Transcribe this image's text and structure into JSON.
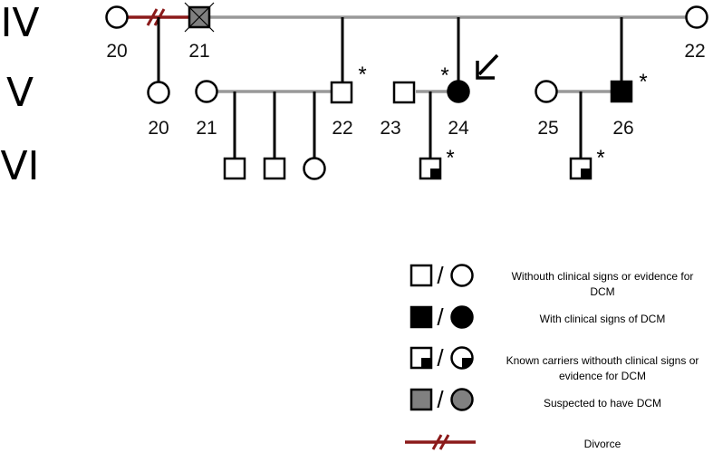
{
  "generations": [
    "IV",
    "V",
    "VI"
  ],
  "individuals": {
    "iv20": {
      "label": "20",
      "sex": "female",
      "status": "unaffected"
    },
    "iv21": {
      "label": "21",
      "sex": "male",
      "status": "suspected",
      "deceased": true
    },
    "iv22": {
      "label": "22",
      "sex": "female",
      "status": "unaffected"
    },
    "v20": {
      "label": "20",
      "sex": "female",
      "status": "unaffected"
    },
    "v21": {
      "label": "21",
      "sex": "female",
      "status": "unaffected"
    },
    "v22": {
      "label": "22",
      "sex": "male",
      "status": "unaffected",
      "mark": "*"
    },
    "v23": {
      "label": "23",
      "sex": "male",
      "status": "unaffected"
    },
    "v24": {
      "label": "24",
      "sex": "female",
      "status": "affected",
      "mark": "*",
      "proband": true
    },
    "v25": {
      "label": "25",
      "sex": "female",
      "status": "unaffected"
    },
    "v26": {
      "label": "26",
      "sex": "male",
      "status": "affected",
      "mark": "*"
    },
    "vi1": {
      "sex": "male",
      "status": "unaffected"
    },
    "vi2": {
      "sex": "male",
      "status": "unaffected"
    },
    "vi3": {
      "sex": "female",
      "status": "unaffected"
    },
    "vi4": {
      "sex": "male",
      "status": "carrier",
      "mark": "*"
    },
    "vi5": {
      "sex": "male",
      "status": "carrier",
      "mark": "*"
    }
  },
  "legend": [
    {
      "status": "unaffected",
      "text_lines": [
        "Withouth clinical signs or evidence for",
        "DCM"
      ]
    },
    {
      "status": "affected",
      "text_lines": [
        "With clinical signs of DCM"
      ]
    },
    {
      "status": "carrier",
      "text_lines": [
        "Known carriers withouth clinical signs or",
        "evidence for DCM"
      ]
    },
    {
      "status": "suspected",
      "text_lines": [
        "Suspected to have DCM"
      ]
    },
    {
      "status": "divorce",
      "text_lines": [
        "Divorce"
      ]
    }
  ],
  "legend_separator": "/",
  "colors": {
    "line": "#999999",
    "symbol_stroke": "#000000",
    "affected": "#000000",
    "suspected": "#808080",
    "divorce": "#8b1a1a"
  }
}
